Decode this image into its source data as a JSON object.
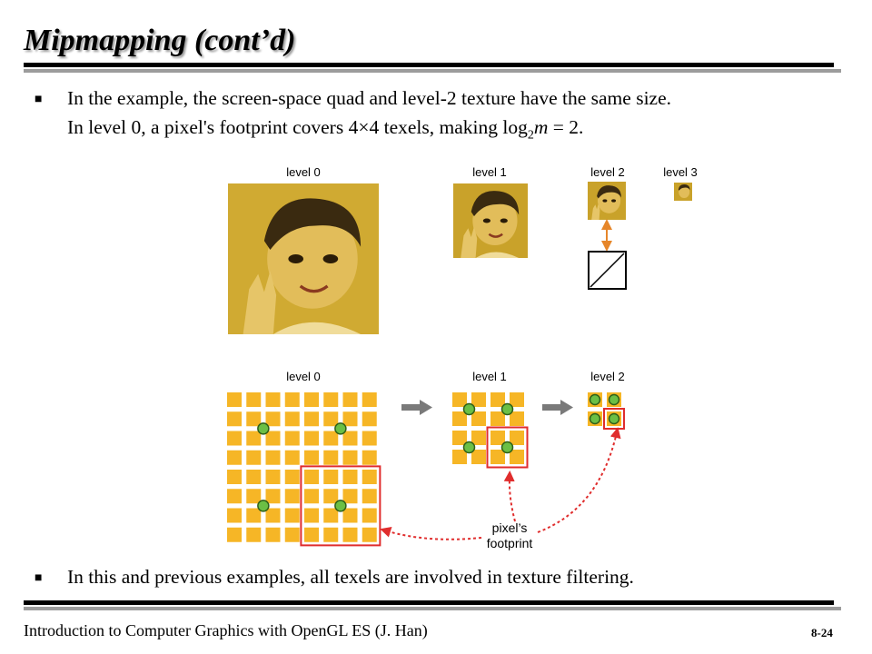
{
  "slide": {
    "title": "Mipmapping (cont’d)",
    "bullets": [
      {
        "line1": "In the example, the screen-space quad and level-2 texture have the same size.",
        "line2_pre": "In level 0, a pixel's footprint covers 4",
        "times": "×",
        "line2_mid": "4 texels, making log",
        "sub": "2",
        "var": "m",
        "line2_post": " = 2."
      },
      {
        "line1": "In this and previous examples, all texels are involved in texture filtering."
      }
    ],
    "bullet_marker": "■",
    "footer": "Introduction to Computer Graphics with OpenGL ES (J. Han)",
    "page": "8-24"
  },
  "figure": {
    "top_labels": [
      "level 0",
      "level 1",
      "level 2",
      "level 3"
    ],
    "bottom_labels": [
      "level 0",
      "level 1",
      "level 2"
    ],
    "footprint_label_line1": "pixel’s",
    "footprint_label_line2": "footprint",
    "grid_sizes": [
      8,
      4,
      2
    ],
    "colors": {
      "texel": "#f6b626",
      "dot_fill": "#6bbf45",
      "dot_stroke": "#2f5f17",
      "footprint": "#e02d2d",
      "arrow_gray": "#7a7a7a",
      "arrow_orange": "#e6862a",
      "photo_bg": "#cfa92b"
    }
  }
}
